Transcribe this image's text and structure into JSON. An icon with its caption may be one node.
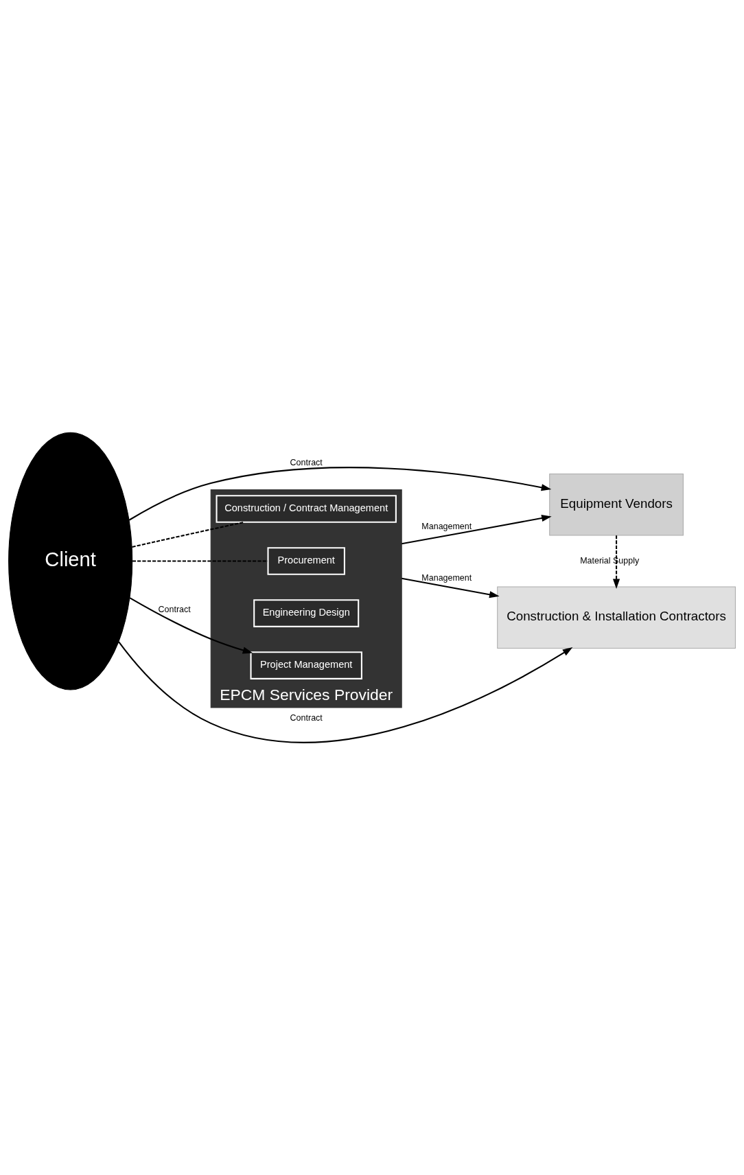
{
  "diagram": {
    "nodes": [
      {
        "text": [
          "Client"
        ]
      },
      {
        "text": [
          "EPCM Services Provider"
        ]
      },
      {
        "text": [
          "Procurement"
        ],
        "in": 1
      },
      {
        "text": [
          "Project Management"
        ],
        "in": 1
      },
      {
        "text": [
          "Engineering Design"
        ],
        "in": 1
      },
      {
        "text": [
          "Construction / Contract Management"
        ],
        "in": 1
      },
      {
        "text": [
          "Equipment Vendors"
        ]
      },
      {
        "text": [
          "Construction & Installation Contractors"
        ]
      }
    ],
    "edges": [
      {
        "from": 0,
        "to": 6,
        "arrow": "to",
        "label": "Contract"
      },
      {
        "from": 0,
        "to": 2,
        "arrow": "none",
        "style": "dashed"
      },
      {
        "from": 0,
        "to": 3,
        "arrow": "to",
        "label": "Contract"
      },
      {
        "from": 0,
        "to": 5,
        "arrow": "none",
        "style": "dashed"
      },
      {
        "from": 0,
        "to": 7,
        "arrow": "to",
        "label": "Contract"
      },
      {
        "from": 1,
        "to": 6,
        "arrow": "to",
        "label": "Management"
      },
      {
        "from": 1,
        "to": 7,
        "arrow": "to",
        "label": "Management"
      },
      {
        "from": 6,
        "to": 7,
        "arrow": "to",
        "label": "Material Supply",
        "style": "dashed"
      }
    ]
  }
}
